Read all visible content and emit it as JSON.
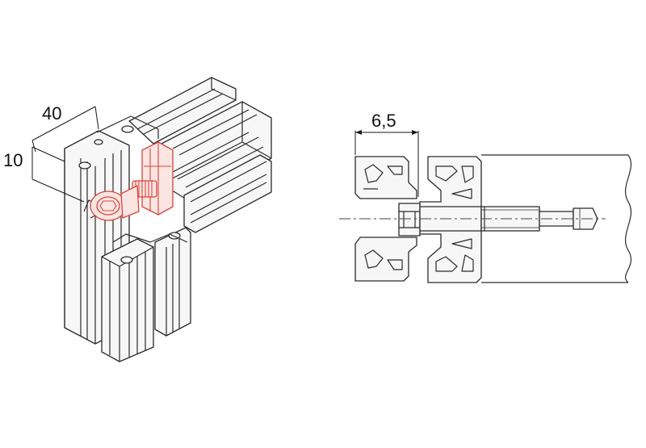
{
  "left_view": {
    "dim_width": "40",
    "dim_height": "10"
  },
  "right_view": {
    "dim_offset": "6,5"
  },
  "colors": {
    "line": "#2a2a2a",
    "highlight": "#d9453b",
    "highlight_fill": "#fbe5e3"
  }
}
